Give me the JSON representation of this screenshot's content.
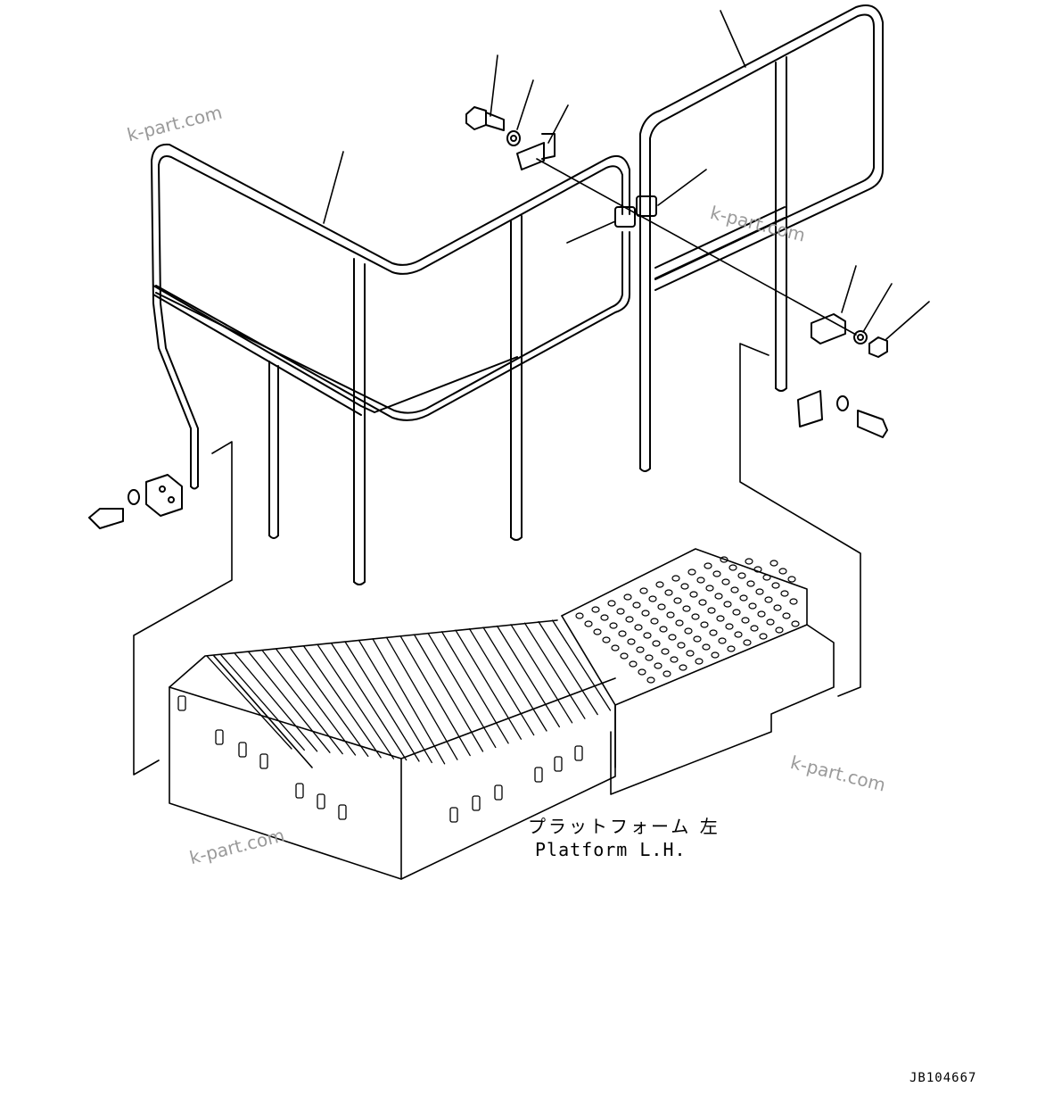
{
  "diagram": {
    "part_label_jp": "プラットフォーム 左",
    "part_label_en": "Platform L.H.",
    "drawing_code": "JB104667"
  },
  "watermarks": [
    "k-part.com",
    "k-part.com",
    "k-part.com",
    "k-part.com"
  ],
  "colors": {
    "line": "#000000",
    "watermark": "#9a9a9a",
    "background": "#ffffff"
  }
}
